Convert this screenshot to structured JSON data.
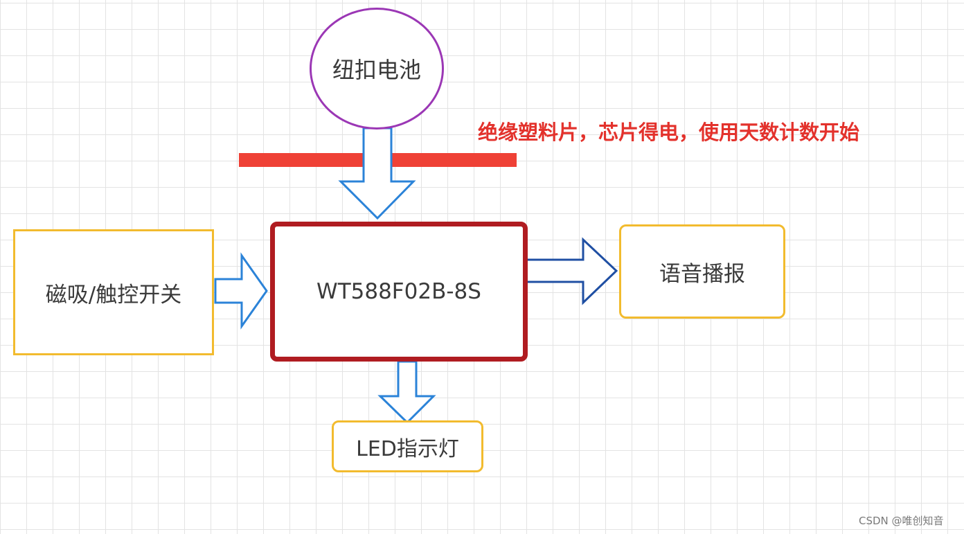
{
  "diagram": {
    "nodes": {
      "battery": "纽扣电池",
      "switch": "磁吸/触控开关",
      "chip": "WT588F02B-8S",
      "voice": "语音播报",
      "led": "LED指示灯"
    },
    "annotation": "绝缘塑料片，芯片得电，使用天数计数开始",
    "watermark": "CSDN @唯创知音"
  },
  "colors": {
    "grid": "#e3e3e3",
    "battery_border": "#9b37b5",
    "module_border": "#f2bb2e",
    "chip_border": "#b01c21",
    "insulation_bar": "#ef4136",
    "annotation_text": "#e3322c",
    "arrow_light_blue": "#2b83d8",
    "arrow_dark_blue": "#1f4fa3"
  }
}
